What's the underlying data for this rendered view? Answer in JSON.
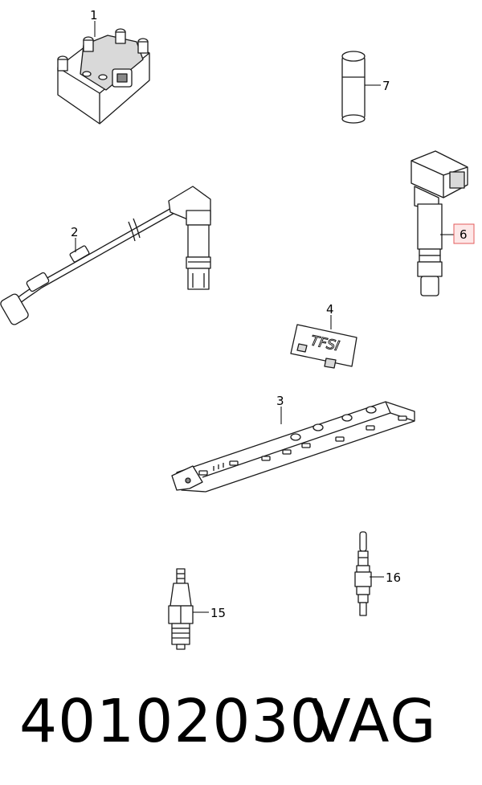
{
  "callouts": [
    {
      "id": "1",
      "label": "1"
    },
    {
      "id": "2",
      "label": "2"
    },
    {
      "id": "3",
      "label": "3"
    },
    {
      "id": "4",
      "label": "4"
    },
    {
      "id": "6",
      "label": "6"
    },
    {
      "id": "7",
      "label": "7"
    },
    {
      "id": "15",
      "label": "15"
    },
    {
      "id": "16",
      "label": "16"
    }
  ],
  "highlighted_callout": "6",
  "badge_text": "TFSI",
  "footer": {
    "part_number": "40102030",
    "brand": "VAG"
  },
  "colors": {
    "highlight_fill": "#fde7e7",
    "highlight_border": "#e35b5b"
  }
}
